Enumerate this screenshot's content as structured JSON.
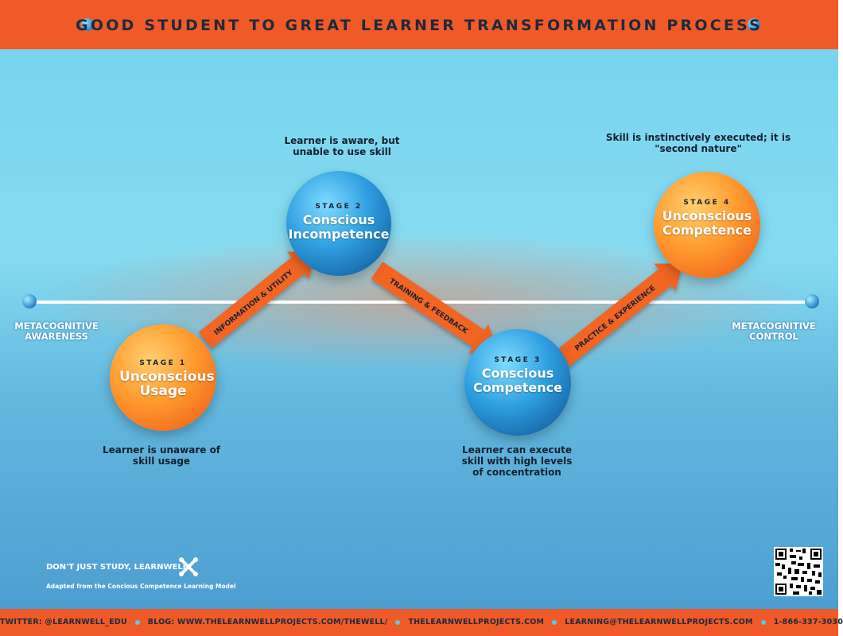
{
  "header": {
    "title": "GOOD STUDENT TO GREAT LEARNER TRANSFORMATION PROCESS"
  },
  "axis": {
    "left_label": "METACOGNITIVE AWARENESS",
    "right_label": "METACOGNITIVE CONTROL"
  },
  "stages": [
    {
      "number": "STAGE 1",
      "name": "Unconscious Usage",
      "color": "#f7892a",
      "description": "Learner is unaware of skill usage"
    },
    {
      "number": "STAGE 2",
      "name": "Conscious Incompetence",
      "color": "#2e8fd4",
      "description": "Learner is aware, but unable to use skill"
    },
    {
      "number": "STAGE 3",
      "name": "Conscious Competence",
      "color": "#2e8fd4",
      "description": "Learner can execute skill with high levels of concentration"
    },
    {
      "number": "STAGE 4",
      "name": "Unconscious Competence",
      "color": "#f7892a",
      "description": "Skill is instinctively executed; it is \"second nature\""
    }
  ],
  "arrows": [
    {
      "label": "INFORMATION & UTILITY"
    },
    {
      "label": "TRAINING & FEEDBACK"
    },
    {
      "label": "PRACTICE & EXPERIENCE"
    }
  ],
  "branding": {
    "slogan": "DON'T JUST STUDY, LEARNWELL!",
    "credit": "Adapted from the Concious Competence Learning Model"
  },
  "footer": {
    "items": [
      "TWITTER: @LEARNWELL_EDU",
      "BLOG: WWW.THELEARNWELLPROJECTS.COM/THEWELL/",
      "THELEARNWELLPROJECTS.COM",
      "LEARNING@THELEARNWELLPROJECTS.COM",
      "1-866-337-3030"
    ]
  },
  "colors": {
    "header": "#f05a28",
    "arrow": "#f26522",
    "background": "#7ad4ef"
  }
}
